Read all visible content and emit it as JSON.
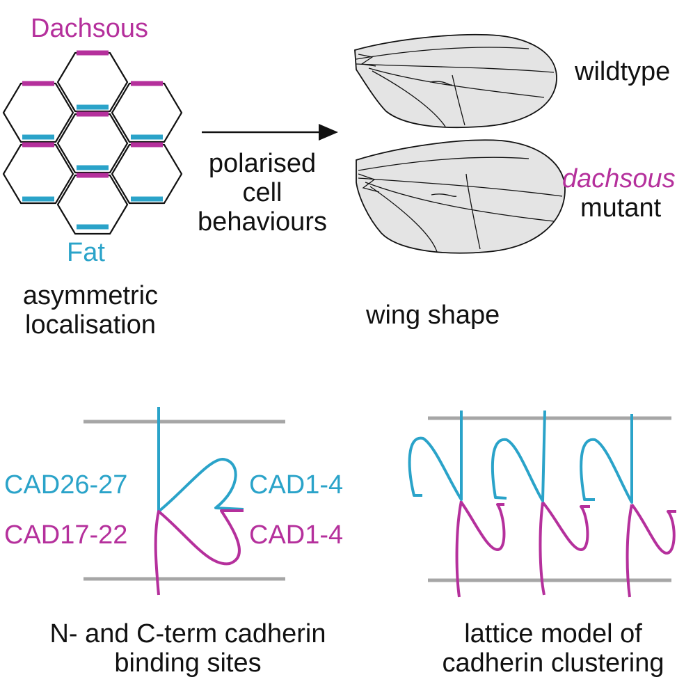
{
  "colors": {
    "dachsous": "#b5309c",
    "fat": "#2aa3c9",
    "membrane": "#a6a6a6",
    "wing_fill": "#e4e4e4",
    "outline": "#111111"
  },
  "top_left": {
    "dachsous_label": "Dachsous",
    "fat_label": "Fat",
    "caption_line1": "asymmetric",
    "caption_line2": "localisation"
  },
  "arrow": {
    "line1": "polarised",
    "line2": "cell",
    "line3": "behaviours"
  },
  "wings": {
    "wildtype_label": "wildtype",
    "mutant_italic": "dachsous",
    "mutant_label": "mutant",
    "caption": "wing shape"
  },
  "binding": {
    "cad_n_fat": "CAD26-27",
    "cad_c_fat": "CAD1-4",
    "cad_n_ds": "CAD17-22",
    "cad_c_ds": "CAD1-4",
    "caption_line1": "N- and C-term cadherin",
    "caption_line2": "binding sites"
  },
  "lattice": {
    "caption_line1": "lattice model of",
    "caption_line2": "cadherin clustering"
  }
}
